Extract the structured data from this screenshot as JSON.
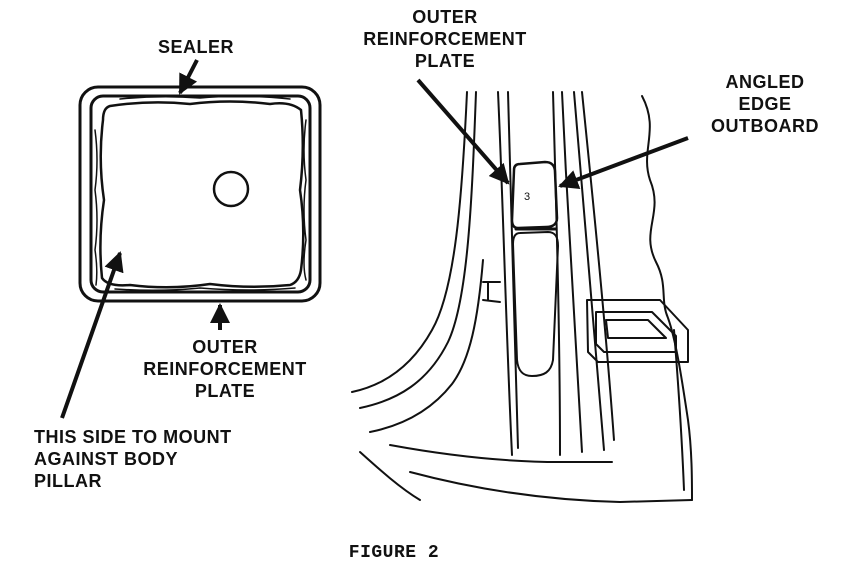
{
  "colors": {
    "ink": "#111111",
    "background": "#ffffff"
  },
  "labels": {
    "sealer": "SEALER",
    "outer_plate_top": [
      "OUTER",
      "REINFORCEMENT",
      "PLATE"
    ],
    "angled_edge": [
      "ANGLED",
      "EDGE",
      "OUTBOARD"
    ],
    "outer_plate_bottom": [
      "OUTER",
      "REINFORCEMENT",
      "PLATE"
    ],
    "mount_side": [
      "THIS SIDE TO MOUNT",
      "AGAINST BODY",
      "PILLAR"
    ],
    "plate_mark": "3"
  },
  "caption": "FIGURE 2"
}
